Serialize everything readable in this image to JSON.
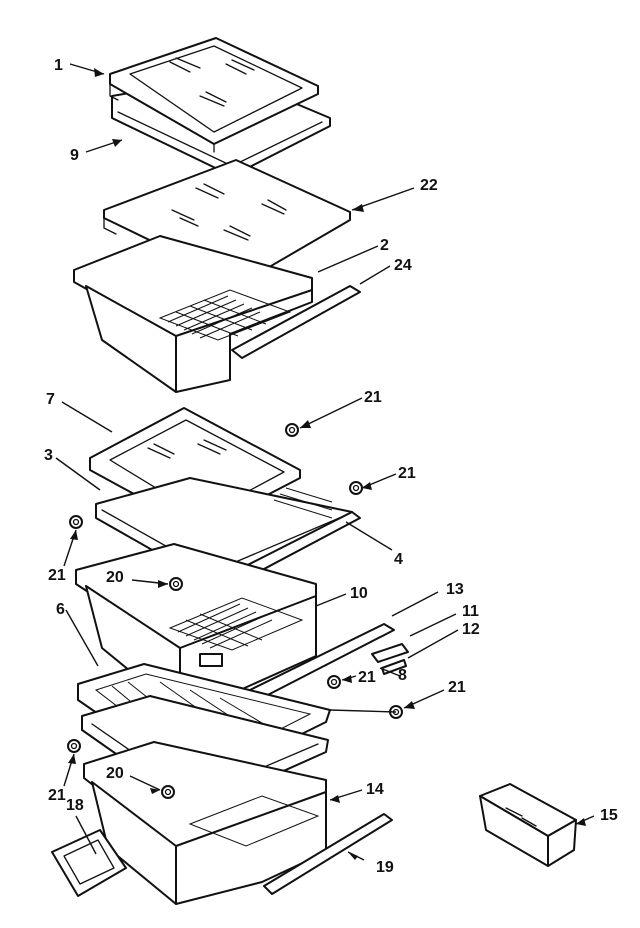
{
  "callouts": {
    "c1": "1",
    "c9": "9",
    "c22": "22",
    "c2": "2",
    "c24": "24",
    "c21a": "21",
    "c7": "7",
    "c3": "3",
    "c21b": "21",
    "c4": "4",
    "c21c": "21",
    "c20a": "20",
    "c10": "10",
    "c13": "13",
    "c11": "11",
    "c6": "6",
    "c12": "12",
    "c8": "8",
    "c21d": "21",
    "c21e": "21",
    "c20b": "20",
    "c14": "14",
    "c21f": "21",
    "c18": "18",
    "c15": "15",
    "c19": "19"
  }
}
